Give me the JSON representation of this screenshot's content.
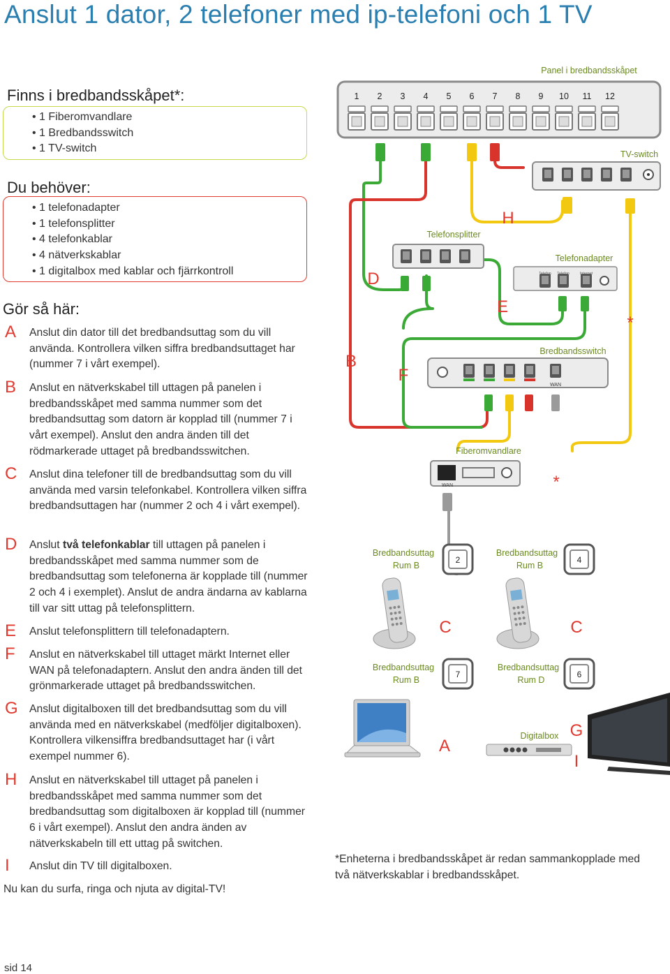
{
  "title": "Anslut 1 dator, 2 telefoner med ip-telefoni och 1 TV",
  "finns": {
    "heading": "Finns i bredbandsskåpet*:",
    "items": [
      "1 Fiberomvandlare",
      "1 Bredbandsswitch",
      "1 TV-switch"
    ]
  },
  "behover": {
    "heading": "Du behöver:",
    "items": [
      "1 telefonadapter",
      "1 telefonsplitter",
      "4 telefonkablar",
      "4 nätverkskablar",
      "1 digitalbox med kablar och fjärrkontroll"
    ]
  },
  "gor": {
    "heading": "Gör så här:",
    "steps": [
      {
        "letter": "A",
        "text": "Anslut din dator till det bredbandsuttag som du vill använda. Kontrollera vilken siffra bredbandsuttaget har (nummer 7 i vårt exempel)."
      },
      {
        "letter": "B",
        "text": "Anslut en nätverkskabel till uttagen på panelen i bredbandsskåpet med samma nummer som det bredbandsuttag som datorn är kopplad till (nummer 7 i vårt exempel). Anslut den andra änden till det rödmarkerade uttaget på bredbandsswitchen."
      },
      {
        "letter": "C",
        "text": "Anslut dina telefoner till de bredbandsuttag som du vill använda med varsin telefonkabel. Kontrollera vilken siffra bredbandsuttagen har (nummer 2 och 4 i vårt exempel)."
      },
      {
        "letter": "D",
        "text_pre": "Anslut ",
        "text_bold": "två telefonkablar",
        "text_post": " till uttagen på panelen i bredbandsskåpet med samma nummer som de bredbandsuttag som telefonerna är kopplade till (nummer 2 och 4 i exemplet). Anslut de andra ändarna av kablarna till var sitt uttag på telefonsplittern."
      },
      {
        "letter": "E",
        "text": "Anslut telefonsplittern till telefonadaptern."
      },
      {
        "letter": "F",
        "text": "Anslut en nätverkskabel till uttaget märkt Internet eller WAN på telefonadaptern. Anslut den andra änden till det grönmarkerade uttaget på bredbandsswitchen."
      },
      {
        "letter": "G",
        "text": "Anslut digitalboxen till det bredbandsuttag som du vill använda med en nätverkskabel (medföljer digitalboxen). Kontrollera vilkensiffra bredbandsuttaget har (i vårt exempel nummer 6)."
      },
      {
        "letter": "H",
        "text": "Anslut en nätverkskabel till uttaget på panelen i bredbandsskåpet med samma nummer som det bredbandsuttag som digitalboxen är kopplad till (nummer 6 i vårt exempel). Anslut den andra änden av nätverkskabeln till ett uttag på switchen."
      },
      {
        "letter": "I",
        "text": "Anslut din TV till digitalboxen."
      }
    ],
    "closing": "Nu kan du surfa, ringa och njuta av digital-TV!"
  },
  "page_number": "sid 14",
  "diagram": {
    "panel_label": "Panel i bredbandsskåpet",
    "port_numbers": [
      "1",
      "2",
      "3",
      "4",
      "5",
      "6",
      "7",
      "8",
      "9",
      "10",
      "11",
      "12"
    ],
    "tv_switch_label": "TV-switch",
    "telefonsplitter_label": "Telefonsplitter",
    "telefonadapter_label": "Telefonadapter",
    "adapter_port_labels": [
      "Telefon",
      "Telefon",
      "Internet"
    ],
    "bredbandsswitch_label": "Bredbandsswitch",
    "wan_label": "WAN",
    "fiberomvandlare_label": "Fiberomvandlare",
    "fiber_wan_label": "WAN",
    "letters": {
      "H": "H",
      "D": "D",
      "E": "E",
      "B": "B",
      "F": "F",
      "C1": "C",
      "C2": "C",
      "A": "A",
      "G": "G",
      "I": "I"
    },
    "star1": "*",
    "star2": "*",
    "outlets": [
      {
        "line1": "Bredbandsuttag",
        "line2": "Rum B",
        "number": "2"
      },
      {
        "line1": "Bredbandsuttag",
        "line2": "Rum B",
        "number": "4"
      },
      {
        "line1": "Bredbandsuttag",
        "line2": "Rum B",
        "number": "7"
      },
      {
        "line1": "Bredbandsuttag",
        "line2": "Rum D",
        "number": "6"
      }
    ],
    "digitalbox_label": "Digitalbox",
    "footnote": "*Enheterna i bredbandsskåpet är redan sammankopplade med två nätverkskablar i bredbandsskåpet."
  },
  "colors": {
    "title": "#2a7fb0",
    "letter_red": "#e0392f",
    "green_border": "#c6d94a",
    "cable_red": "#d9342b",
    "cable_green": "#3aa935",
    "cable_yellow": "#f2c811",
    "cable_grey": "#9a9a9a"
  }
}
